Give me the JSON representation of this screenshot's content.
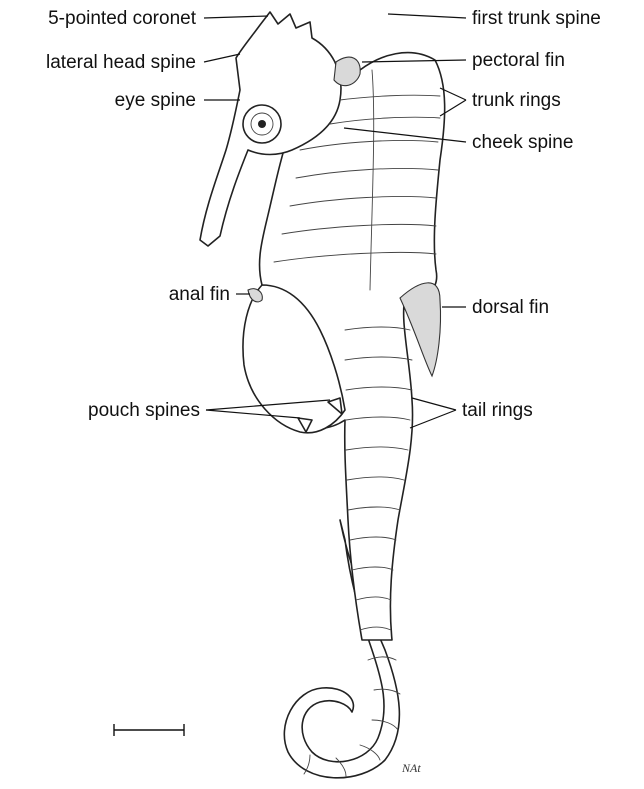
{
  "labels": {
    "coronet": "5-pointed coronet",
    "lateral_head_spine": "lateral head spine",
    "eye_spine": "eye spine",
    "first_trunk_spine": "first trunk spine",
    "pectoral_fin": "pectoral fin",
    "trunk_rings": "trunk rings",
    "cheek_spine": "cheek spine",
    "anal_fin": "anal fin",
    "dorsal_fin": "dorsal fin",
    "pouch_spines": "pouch spines",
    "tail_rings": "tail rings"
  },
  "signature": "NAt"
}
